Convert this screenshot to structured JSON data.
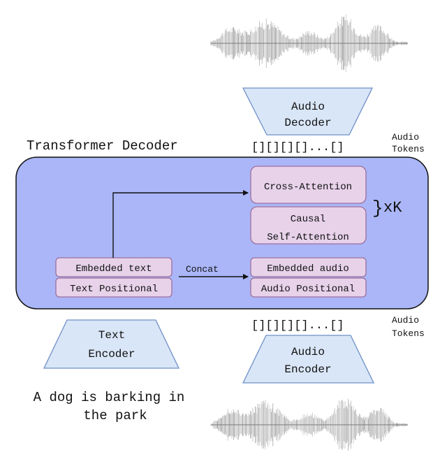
{
  "colors": {
    "decoder_fill": "#aab6f7",
    "decoder_stroke": "#111111",
    "block_fill": "#e7d2ea",
    "block_stroke": "#9c6f9e",
    "trapezoid_fill": "#d9e6f7",
    "trapezoid_stroke": "#6f8fc7",
    "waveform": "#7a7a7a",
    "arrow": "#111111"
  },
  "top_waveform": {
    "icon": "audio-waveform"
  },
  "bottom_waveform": {
    "icon": "audio-waveform"
  },
  "audio_decoder": {
    "line1": "Audio",
    "line2": "Decoder"
  },
  "audio_encoder": {
    "line1": "Audio",
    "line2": "Encoder"
  },
  "text_encoder": {
    "line1": "Text",
    "line2": "Encoder"
  },
  "decoder_title": "Transformer Decoder",
  "tokens_top": {
    "text": "[][][][]...[]",
    "label_line1": "Audio",
    "label_line2": "Tokens"
  },
  "tokens_bottom": {
    "text": "[][][][]...[]",
    "label_line1": "Audio",
    "label_line2": "Tokens"
  },
  "blocks": {
    "cross_attention": "Cross-Attention",
    "causal_line1": "Causal",
    "causal_line2": "Self-Attention",
    "embedded_text": "Embedded text",
    "text_positional": "Text Positional",
    "embedded_audio": "Embedded audio",
    "audio_positional": "Audio Positional"
  },
  "concat_label": "Concat",
  "repeat_brace": "}",
  "repeat_label": "xK",
  "prompt": {
    "line1": "A dog is barking in",
    "line2": "the park"
  }
}
